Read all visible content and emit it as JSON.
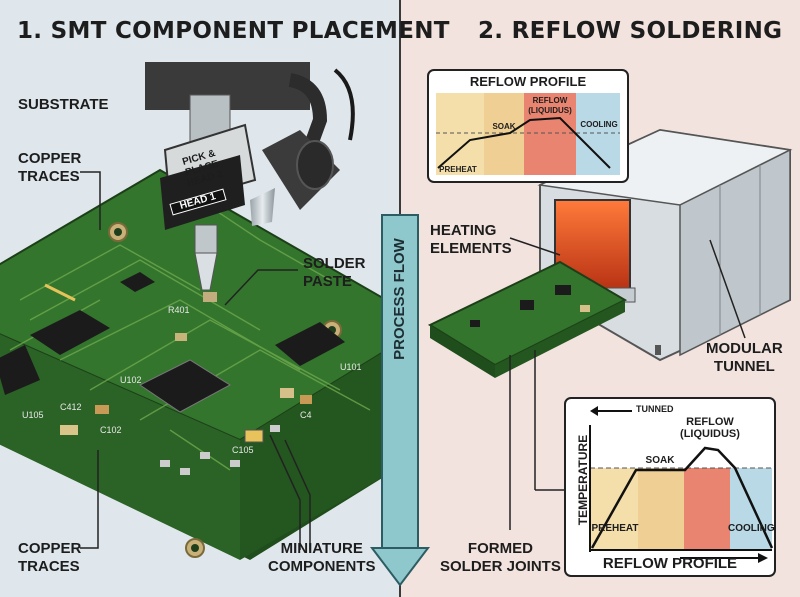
{
  "left_panel": {
    "title": "1. SMT COMPONENT PLACEMENT",
    "labels": {
      "substrate": "SUBSTRATE",
      "copper_traces_top": "COPPER\nTRACES",
      "solder_paste": "SOLDER\nPASTE",
      "copper_traces_bottom": "COPPER\nTRACES",
      "miniature_components": "MINIATURE\nCOMPONENTS"
    },
    "head_labels": {
      "pick_place": "PICK &\nPLACE\nHEAD 2",
      "head1": "HEAD 1"
    },
    "component_ids": [
      "R401",
      "U105",
      "C412",
      "C102",
      "C105",
      "C4",
      "U101",
      "U102"
    ]
  },
  "center": {
    "process_flow": "PROCESS FLOW"
  },
  "right_panel": {
    "title": "2. REFLOW SOLDERING",
    "labels": {
      "heating_elements": "HEATING\nELEMENTS",
      "modular_tunnel": "MODULAR\nTUNNEL",
      "formed_solder_joints": "FORMED\nSOLDER JOINTS"
    },
    "profile_small": {
      "title": "REFLOW PROFILE",
      "zones": [
        "PREHEAT",
        "SOAK",
        "REFLOW\n(LIQUIDUS)",
        "COOLING"
      ]
    },
    "profile_large": {
      "title": "REFLOW PROFILE",
      "y_label": "TEMPERATURE",
      "top_note": "TUNNED",
      "zones": [
        "PREHEAT",
        "SOAK",
        "REFLOW\n(LIQUIDUS)",
        "COOLING"
      ]
    }
  },
  "colors": {
    "preheat": "#f4dfaa",
    "soak": "#f0cf94",
    "reflow": "#e88470",
    "cooling": "#b9d9e6",
    "board": "#2f6b2a",
    "arrow": "#8ec7cc"
  }
}
